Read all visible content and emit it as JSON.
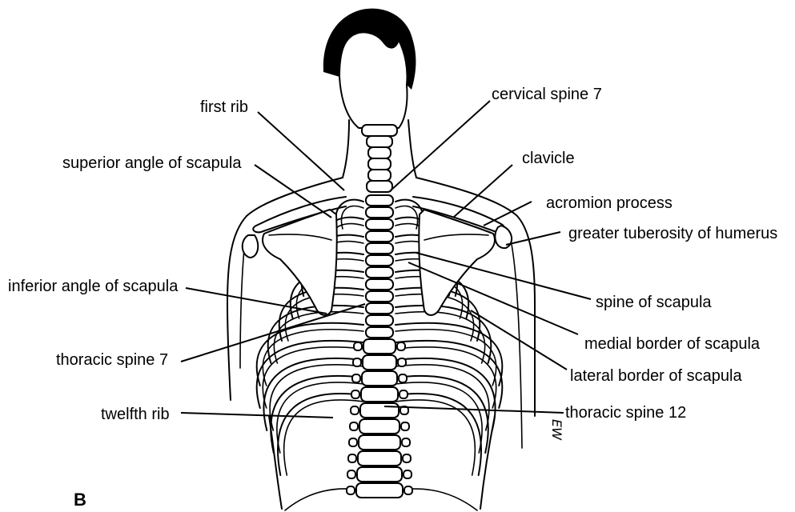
{
  "figure": {
    "panel_letter": "B",
    "signature": "EW"
  },
  "labels": {
    "first_rib": "first rib",
    "cervical_spine_7": "cervical spine 7",
    "superior_angle_of_scapula": "superior angle of scapula",
    "clavicle": "clavicle",
    "acromion_process": "acromion process",
    "greater_tuberosity_of_humerus": "greater tuberosity of humerus",
    "inferior_angle_of_scapula": "inferior angle of scapula",
    "spine_of_scapula": "spine of scapula",
    "medial_border_of_scapula": "medial border of scapula",
    "thoracic_spine_7": "thoracic spine 7",
    "lateral_border_of_scapula": "lateral border of scapula",
    "twelfth_rib": "twelfth rib",
    "thoracic_spine_12": "thoracic spine 12"
  }
}
